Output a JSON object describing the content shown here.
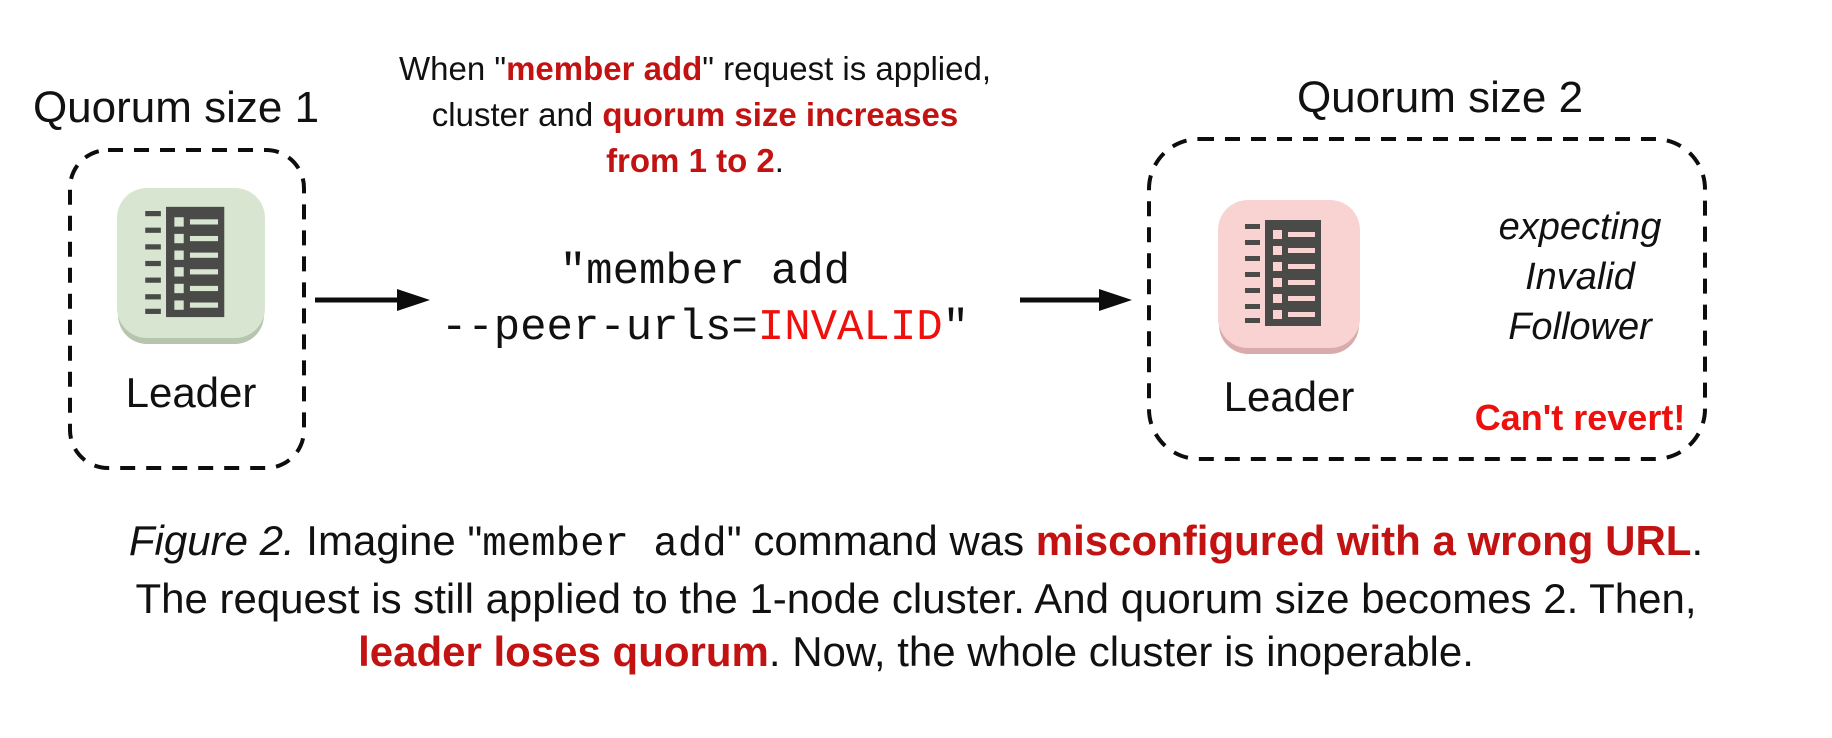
{
  "colors": {
    "ink": "#111111",
    "red_bold": "#c31212",
    "red_bright": "#ee100d",
    "icon_dark": "#4a4a48",
    "green_bg": "#d7e5d1",
    "green_edge": "#b5c5ae",
    "pink_bg": "#f8d3d1",
    "pink_edge": "#d9abab"
  },
  "left_cluster": {
    "title": "Quorum size 1",
    "node_label": "Leader"
  },
  "right_cluster": {
    "title": "Quorum size 2",
    "node_label": "Leader",
    "expecting_lines": [
      "expecting",
      "Invalid",
      "Follower"
    ],
    "warning": "Can't revert!"
  },
  "note_lines": {
    "line1": [
      {
        "t": "When \"",
        "s": "plain"
      },
      {
        "t": "member add",
        "s": "redbold"
      },
      {
        "t": "\" request is applied,",
        "s": "plain"
      }
    ],
    "line2": [
      {
        "t": "cluster and ",
        "s": "plain"
      },
      {
        "t": "quorum size increases",
        "s": "redbold"
      }
    ],
    "line3": [
      {
        "t": "from 1 to 2",
        "s": "redbold"
      },
      {
        "t": ".",
        "s": "plain"
      }
    ]
  },
  "command_lines": {
    "line1": [
      {
        "t": "\"member add",
        "s": "plain"
      }
    ],
    "line2": [
      {
        "t": "--peer-urls=",
        "s": "plain"
      },
      {
        "t": "INVALID",
        "s": "monored"
      },
      {
        "t": "\"",
        "s": "plain"
      }
    ]
  },
  "caption_lines": {
    "line1": [
      {
        "t": "Figure 2.",
        "s": "italic"
      },
      {
        "t": " Imagine \"",
        "s": "plain"
      },
      {
        "t": "member add",
        "s": "mono"
      },
      {
        "t": "\" command was ",
        "s": "plain"
      },
      {
        "t": "misconfigured with a wrong URL",
        "s": "redbold"
      },
      {
        "t": ".",
        "s": "plain"
      }
    ],
    "line2": [
      {
        "t": "The request is still applied to the 1-node cluster. And quorum size becomes 2. Then,",
        "s": "plain"
      }
    ],
    "line3": [
      {
        "t": "leader loses quorum",
        "s": "redbold"
      },
      {
        "t": ". Now, the whole cluster is inoperable.",
        "s": "plain"
      }
    ]
  }
}
